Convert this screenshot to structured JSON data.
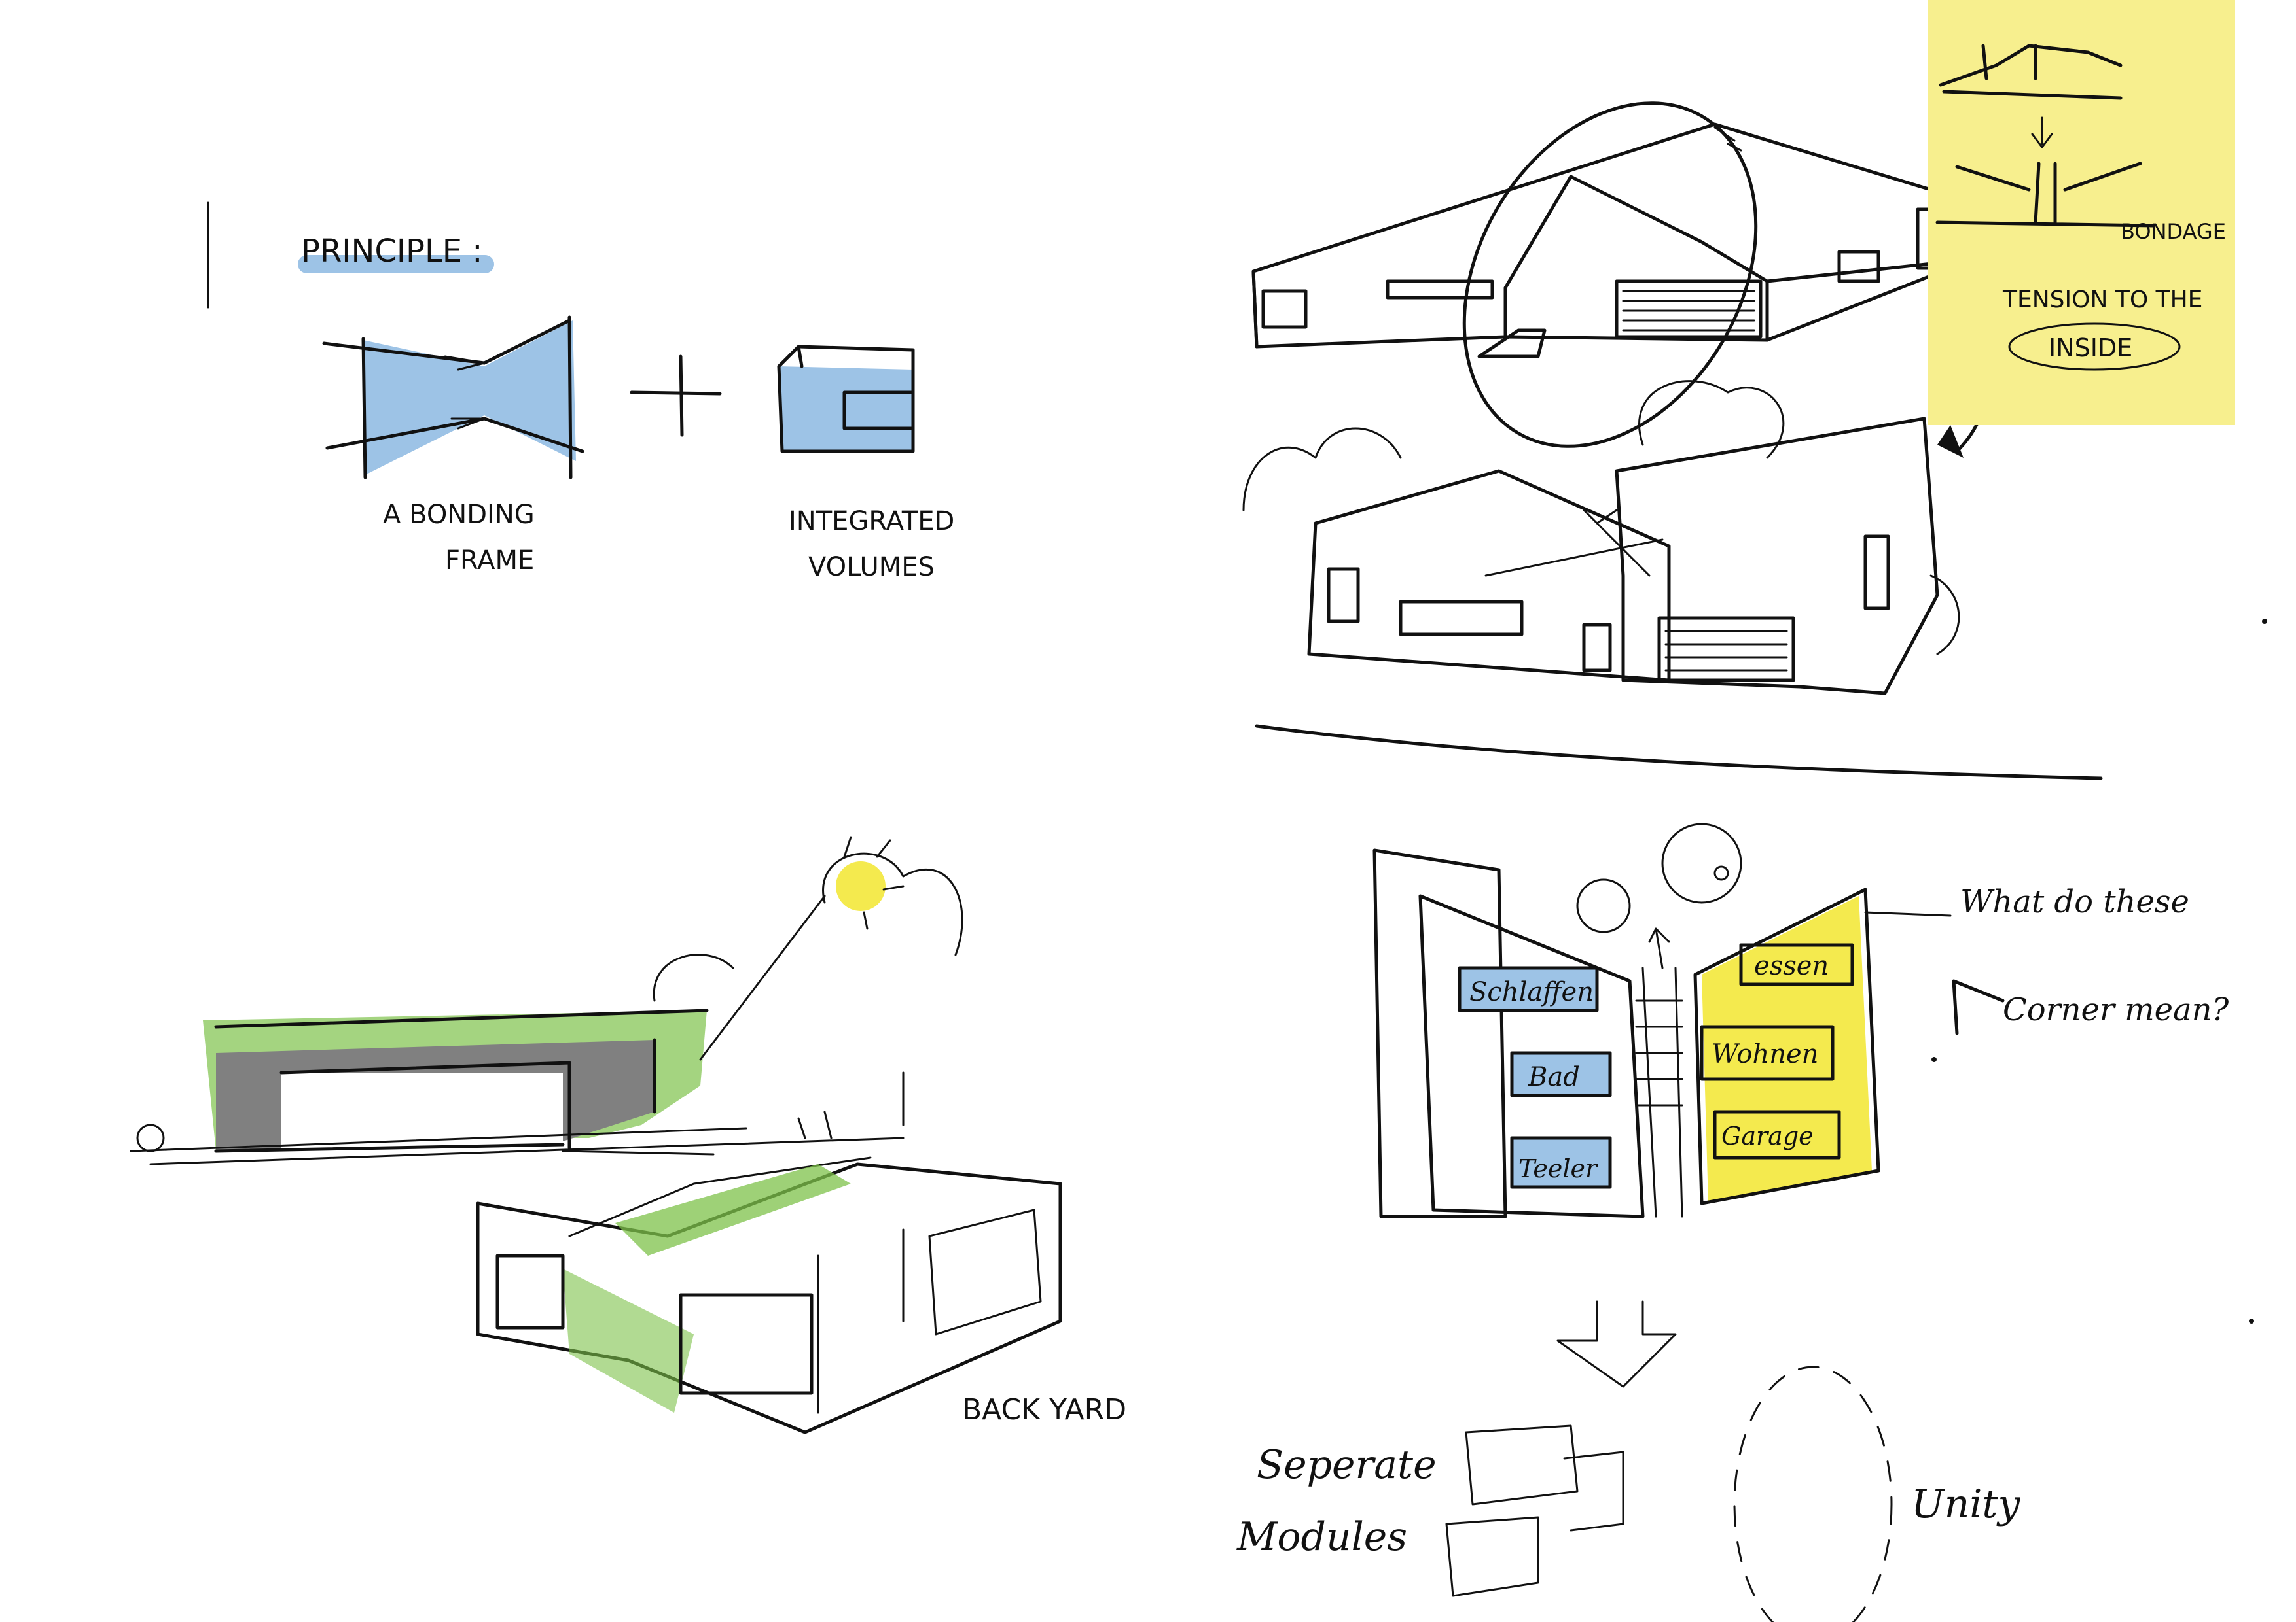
{
  "principle": {
    "title": "PRINCIPLE :",
    "frame_label_1": "A BONDING",
    "frame_label_2": "FRAME",
    "volumes_label_1": "INTEGRATED",
    "volumes_label_2": "VOLUMES"
  },
  "note": {
    "bonding_label": "BONDAGE",
    "tension_line_1": "TENSION TO THE",
    "tension_line_2": "INSIDE"
  },
  "plan": {
    "rooms_left": [
      "Schlaffen",
      "Bad",
      "Teeler"
    ],
    "rooms_right": [
      "essen",
      "Wohnen",
      "Garage"
    ],
    "question_1": "What do these",
    "question_2": "Corner mean?"
  },
  "modules": {
    "separate_1": "Seperate",
    "separate_2": "Modules",
    "unity": "Unity"
  },
  "backyard": {
    "label": "BACK YARD"
  },
  "colors": {
    "blue": "#9dc3e6",
    "yellow": "#f7ef8e",
    "yellow_fill": "#f4ea4e",
    "green": "#7dc24a",
    "grey": "#808080",
    "ink": "#111111"
  }
}
